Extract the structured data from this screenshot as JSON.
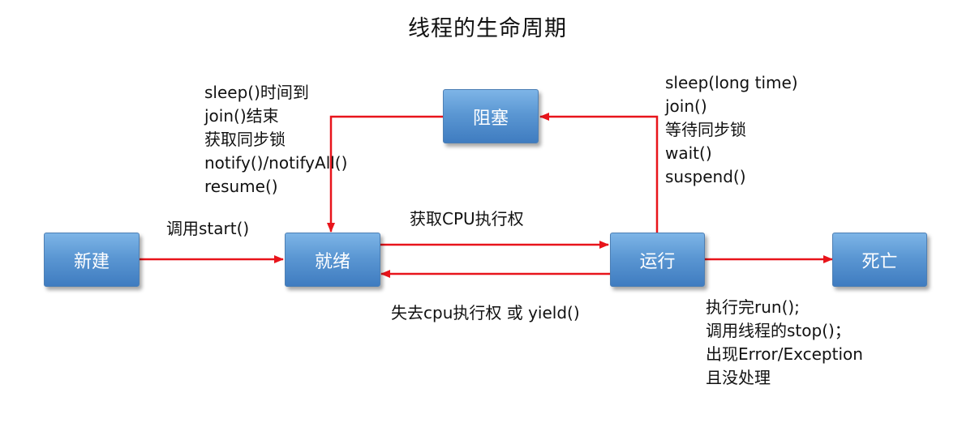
{
  "title": "线程的生命周期",
  "colors": {
    "node_fill": "#5b97d3",
    "node_text": "#ffffff",
    "arrow": "#e8141b",
    "text": "#111111"
  },
  "nodes": {
    "new": "新建",
    "ready": "就绪",
    "blocked": "阻塞",
    "running": "运行",
    "dead": "死亡"
  },
  "labels": {
    "start": "调用start()",
    "get_cpu": "获取CPU执行权",
    "lose_cpu": "失去cpu执行权 或 yield()",
    "blocked_to_ready": [
      "sleep()时间到",
      "join()结束",
      "获取同步锁",
      "notify()/notifyAll()",
      "resume()"
    ],
    "running_to_blocked": [
      "sleep(long time)",
      "join()",
      "等待同步锁",
      "wait()",
      "suspend()"
    ],
    "running_to_dead": [
      "执行完run();",
      "调用线程的stop()；",
      "出现Error/Exception",
      "且没处理"
    ]
  }
}
